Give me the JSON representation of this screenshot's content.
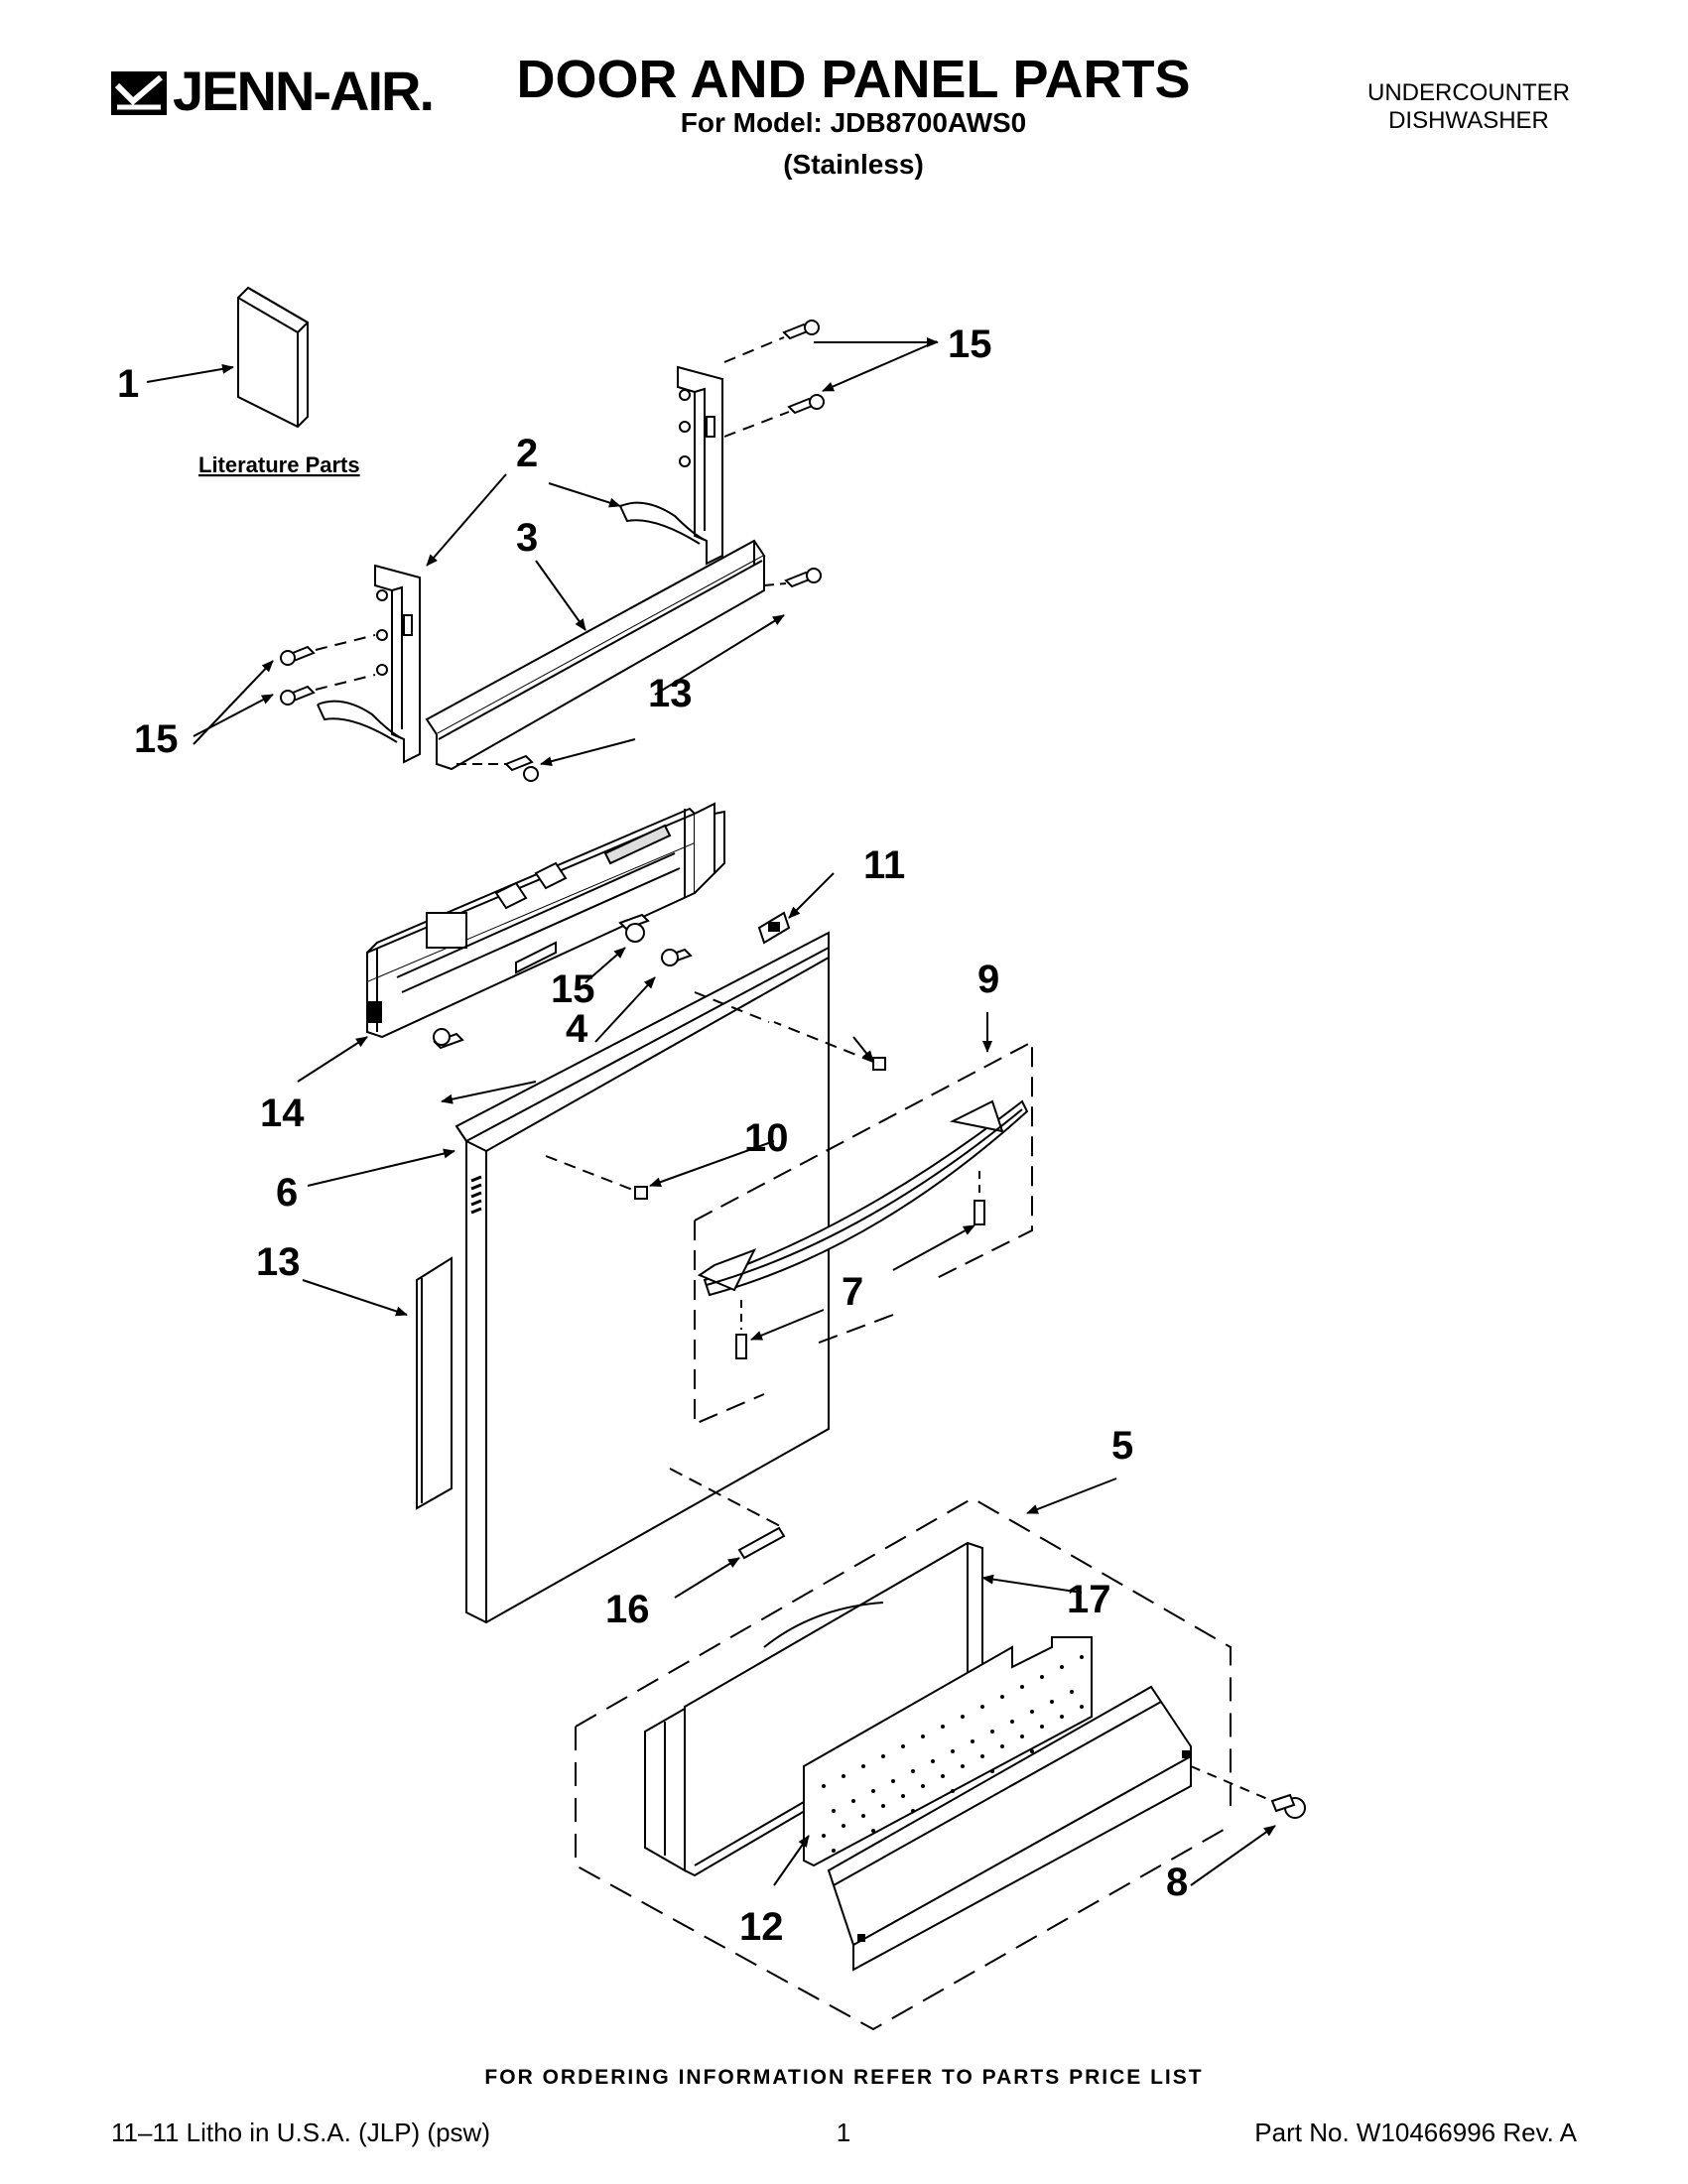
{
  "header": {
    "brand": "JENN-AIR.",
    "title": "DOOR AND PANEL PARTS",
    "model": "For Model: JDB8700AWS0",
    "finish": "(Stainless)",
    "category_line1": "UNDERCOUNTER",
    "category_line2": "DISHWASHER"
  },
  "diagram": {
    "literature_label": "Literature Parts",
    "callouts": {
      "c1": "1",
      "c2": "2",
      "c3": "3",
      "c4": "4",
      "c5": "5",
      "c6": "6",
      "c7": "7",
      "c8": "8",
      "c9": "9",
      "c10": "10",
      "c11": "11",
      "c12": "12",
      "c13a": "13",
      "c13b": "13",
      "c14": "14",
      "c15a": "15",
      "c15b": "15",
      "c15c": "15",
      "c16": "16",
      "c17": "17"
    }
  },
  "footer": {
    "ordering_note": "FOR ORDERING INFORMATION REFER TO PARTS PRICE LIST",
    "litho": "11–11 Litho in U.S.A. (JLP) (psw)",
    "page": "1",
    "part_no": "Part No. W10466996 Rev. A"
  }
}
